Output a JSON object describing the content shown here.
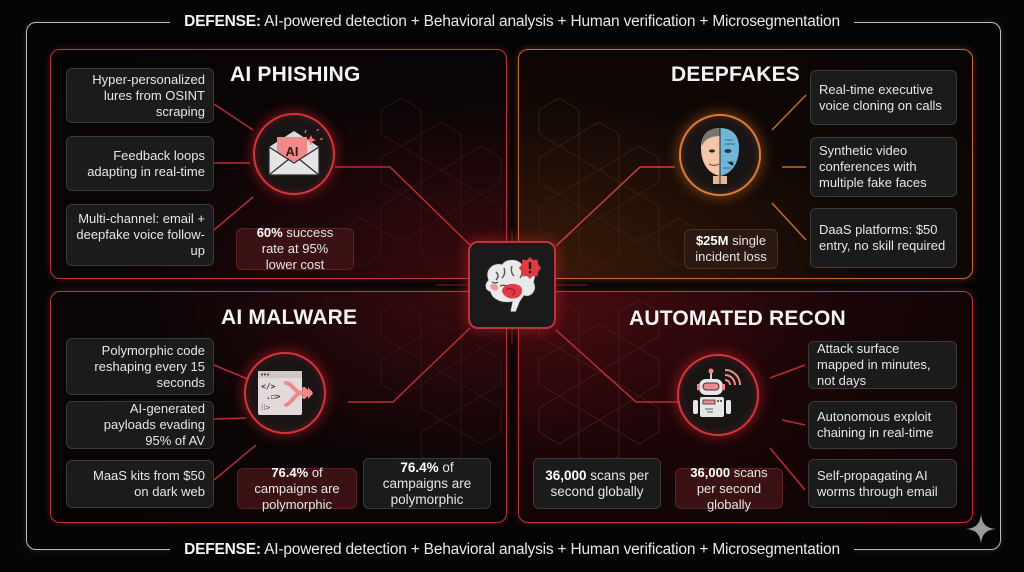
{
  "defense_banner": {
    "label": "DEFENSE:",
    "text": " AI-powered detection + Behavioral analysis + Human verification + Microsegmentation"
  },
  "center": {
    "icon": "brain-alert-icon"
  },
  "quadrants": {
    "ai_phishing": {
      "title": "AI PHISHING",
      "icon": "ai-envelope-icon",
      "accent": "#d6333c",
      "tactics": [
        "Hyper-personalized lures from OSINT scraping",
        "Feedback loops adapting in real-time",
        "Multi-channel: email + deepfake voice follow-up"
      ],
      "stat": {
        "value": "60%",
        "text": " success rate at 95% lower cost"
      }
    },
    "deepfakes": {
      "title": "DEEPFAKES",
      "icon": "half-human-half-ai-face-icon",
      "accent": "#e07a32",
      "tactics": [
        "Real-time executive voice cloning on calls",
        "Synthetic video conferences with multiple fake faces",
        "DaaS platforms: $50 entry, no skill required"
      ],
      "stat": {
        "value": "$25M",
        "text": " single incident loss"
      }
    },
    "ai_malware": {
      "title": "AI MALWARE",
      "icon": "code-window-branch-icon",
      "accent": "#d6333c",
      "tactics": [
        "Polymorphic code reshaping every 15 seconds",
        "AI-generated payloads evading 95% of AV",
        "MaaS kits from $50 on dark web"
      ],
      "stat": {
        "value": "76.4%",
        "text": " of campaigns are polymorphic"
      },
      "stat_duplicate": {
        "value": "76.4%",
        "text": " of campaigns are polymorphic"
      }
    },
    "automated_recon": {
      "title": "AUTOMATED RECON",
      "icon": "robot-signal-icon",
      "accent": "#d6333c",
      "tactics": [
        "Attack surface mapped in minutes, not days",
        "Autonomous exploit chaining in real-time",
        "Self-propagating AI worms through email"
      ],
      "stat": {
        "value": "36,000",
        "text": " scans per second globally"
      },
      "stat_duplicate": {
        "value": "36,000",
        "text": " scans per second globally"
      }
    }
  },
  "colors": {
    "background": "#050505",
    "red_accent": "#d6333c",
    "orange_accent": "#e07a32",
    "card_bg": "#1b1b1b"
  }
}
